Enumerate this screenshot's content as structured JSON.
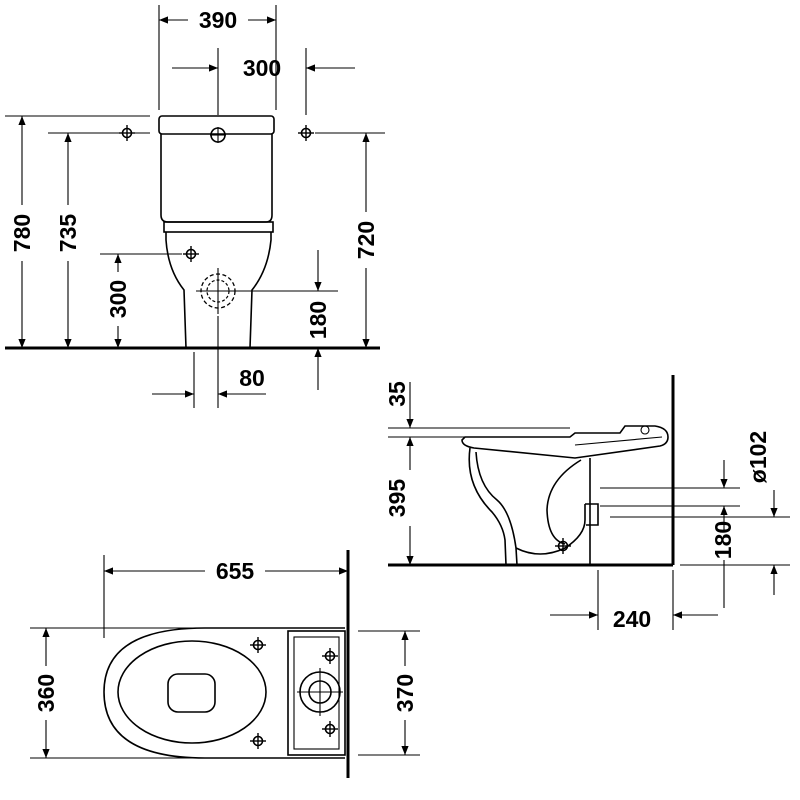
{
  "front_view": {
    "width_390": "390",
    "outlet_300": "300",
    "height_780": "780",
    "height_735": "735",
    "height_720": "720",
    "inlet_300": "300",
    "outlet_180": "180",
    "offset_80": "80"
  },
  "side_view": {
    "seat_35": "35",
    "height_395": "395",
    "outlet_180": "180",
    "diameter_102": "ø102",
    "depth_240": "240"
  },
  "plan_view": {
    "length_655": "655",
    "width_360": "360",
    "width_370": "370"
  }
}
